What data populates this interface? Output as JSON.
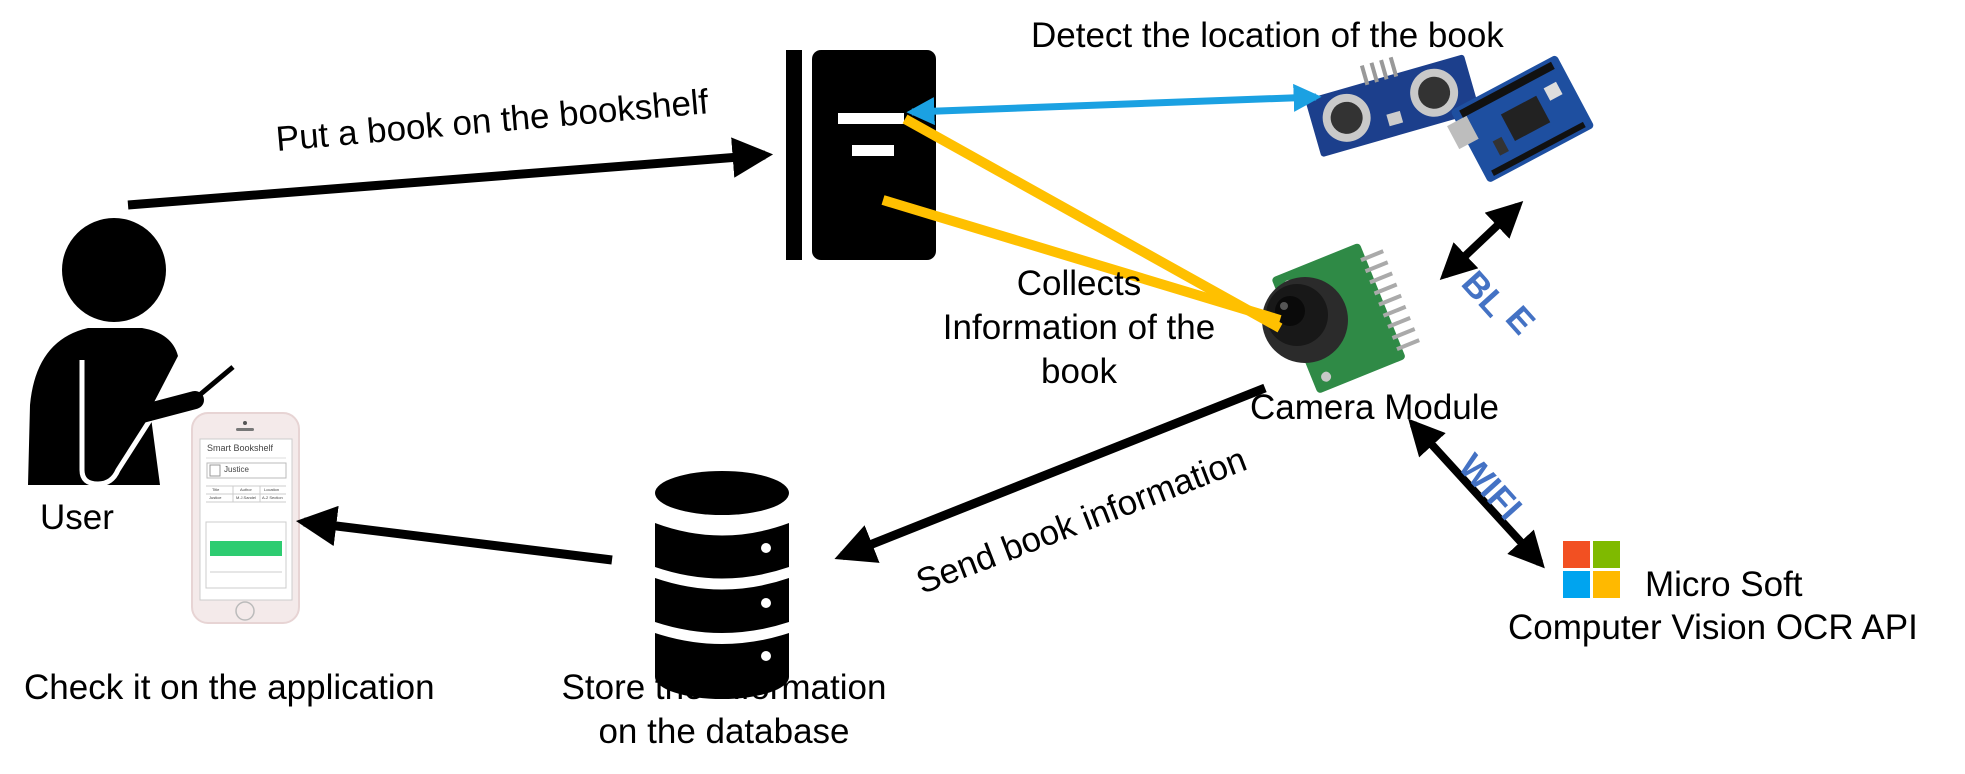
{
  "labels": {
    "detect_location": "Detect the location of the book",
    "put_book": "Put a book on the bookshelf",
    "collects_line1": "Collects",
    "collects_line2": "Information of the",
    "collects_line3": "book",
    "camera_module": "Camera Module",
    "ble_part1": "BL",
    "ble_part2": "E",
    "wifi": "WIFI",
    "send_info": "Send book information",
    "user": "User",
    "check_app": "Check it on the application",
    "store_line1": "Store the information",
    "store_line2": "on the database",
    "ms_line1": "Micro Soft",
    "ms_line2": "Computer Vision OCR API"
  },
  "phone": {
    "app_title": "Smart Bookshelf",
    "search_value": "Justice",
    "col_title": "Title",
    "col_author": "Author",
    "col_location": "Location",
    "row_title": "Justice",
    "row_author": "M.J.Sandel",
    "row_location": "A-2 Section"
  },
  "colors": {
    "detect_arrow": "#1ba1e2",
    "collect_lines": "#ffc000",
    "label_blue": "#4472c4",
    "phone_highlight": "#2ecc71",
    "ms_red": "#f25022",
    "ms_green": "#7fba00",
    "ms_blue": "#00a4ef",
    "ms_yellow": "#ffb900"
  },
  "icons": [
    "user-icon",
    "phone-icon",
    "book-icon",
    "database-icon",
    "sensor-board-icon",
    "camera-module-icon",
    "microsoft-logo-icon"
  ]
}
